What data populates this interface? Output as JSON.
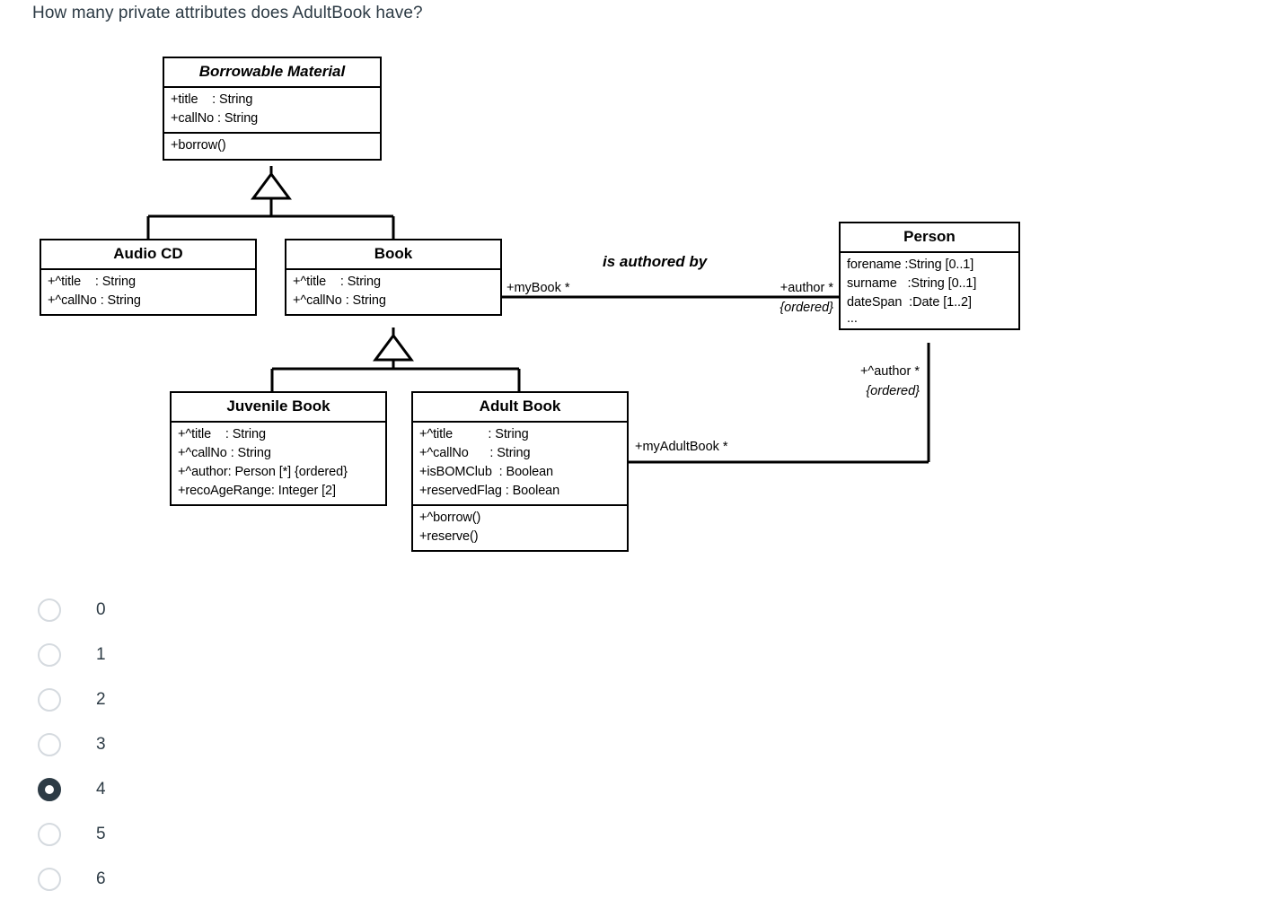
{
  "question": {
    "text": "How many private attributes does AdultBook have?"
  },
  "diagram": {
    "type": "uml-class-diagram",
    "classes": [
      {
        "id": "borrowable-material",
        "name": "Borrowable Material",
        "abstract": true,
        "attributes": [
          "+title    : String",
          "+callNo : String"
        ],
        "operations": [
          "+borrow()"
        ]
      },
      {
        "id": "audio-cd",
        "name": "Audio CD",
        "abstract": false,
        "attributes": [
          "+^title    : String",
          "+^callNo : String"
        ],
        "operations": []
      },
      {
        "id": "book",
        "name": "Book",
        "abstract": false,
        "attributes": [
          "+^title    : String",
          "+^callNo : String"
        ],
        "operations": []
      },
      {
        "id": "person",
        "name": "Person",
        "abstract": false,
        "attributes": [
          "forename :String [0..1]",
          "surname   :String [0..1]",
          "dateSpan  :Date [1..2]",
          "..."
        ],
        "operations": []
      },
      {
        "id": "juvenile-book",
        "name": "Juvenile Book",
        "abstract": false,
        "attributes": [
          "+^title    : String",
          "+^callNo : String",
          "+^author: Person [*] {ordered}",
          "+recoAgeRange: Integer [2]"
        ],
        "operations": []
      },
      {
        "id": "adult-book",
        "name": "Adult Book",
        "abstract": false,
        "attributes": [
          "+^title          : String",
          "+^callNo      : String",
          "+isBOMClub  : Boolean",
          "+reservedFlag : Boolean"
        ],
        "operations": [
          "+^borrow()",
          "+reserve()"
        ]
      }
    ],
    "generalizations": [
      {
        "from": "audio-cd",
        "to": "borrowable-material"
      },
      {
        "from": "book",
        "to": "borrowable-material"
      },
      {
        "from": "juvenile-book",
        "to": "book"
      },
      {
        "from": "adult-book",
        "to": "book"
      }
    ],
    "associations": [
      {
        "id": "book-person",
        "name": "is authored by",
        "source_role": "+myBook *",
        "target_role": "+author *",
        "target_constraint": "{ordered}"
      },
      {
        "id": "adultbook-person",
        "name": "",
        "source_role": "+myAdultBook *",
        "target_role": "+^author *",
        "target_constraint": "{ordered}"
      }
    ]
  },
  "answers": {
    "selected_index": 4,
    "options": [
      {
        "label": "0"
      },
      {
        "label": "1"
      },
      {
        "label": "2"
      },
      {
        "label": "3"
      },
      {
        "label": "4"
      },
      {
        "label": "5"
      },
      {
        "label": "6"
      }
    ]
  },
  "colors": {
    "text": "#2d3b45",
    "radio_border": "#d5dadf",
    "radio_selected": "#2d3b45",
    "diagram_line": "#000000"
  }
}
